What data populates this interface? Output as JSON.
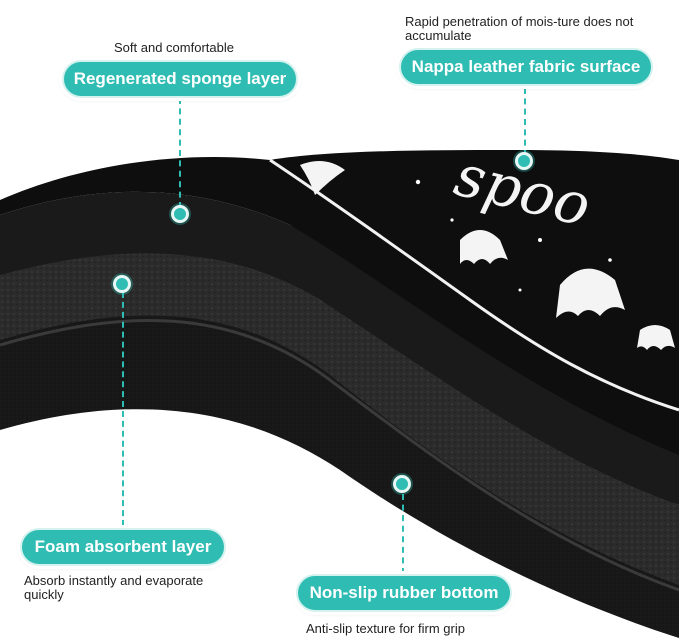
{
  "callouts": {
    "sponge": {
      "label": "Regenerated sponge layer",
      "caption": "Soft and comfortable"
    },
    "nappa": {
      "label": "Nappa leather fabric surface",
      "caption": "Rapid penetration of mois-ture does not accumulate"
    },
    "foam": {
      "label": "Foam absorbent layer",
      "caption": "Absorb instantly and evaporate quickly"
    },
    "rubber": {
      "label": "Non-slip rubber bottom",
      "caption": "Anti-slip texture for firm grip"
    }
  },
  "print_text": "spoo",
  "colors": {
    "accent": "#2fbdb3",
    "mat_top": "#111111",
    "foam": "#2a2a2a",
    "rubber": "#151515"
  }
}
